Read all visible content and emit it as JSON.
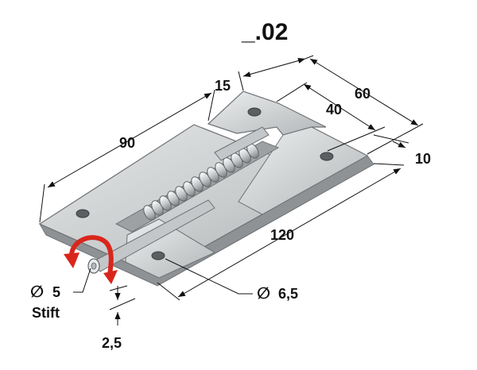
{
  "title": "_.02",
  "dimensions": {
    "d15": "15",
    "d60": "60",
    "d40": "40",
    "d10": "10",
    "d90": "90",
    "d120": "120",
    "hole": "6,5",
    "pin": "5",
    "pin_label": "Stift",
    "thickness": "2,5",
    "dia_symbol": "∅"
  },
  "colors": {
    "plate_light": "#d9dbdc",
    "plate_mid": "#b8bbbd",
    "plate_dark": "#8f9396",
    "edge": "#6e7275",
    "arrow_red": "#d9261c",
    "ink": "#111111"
  }
}
